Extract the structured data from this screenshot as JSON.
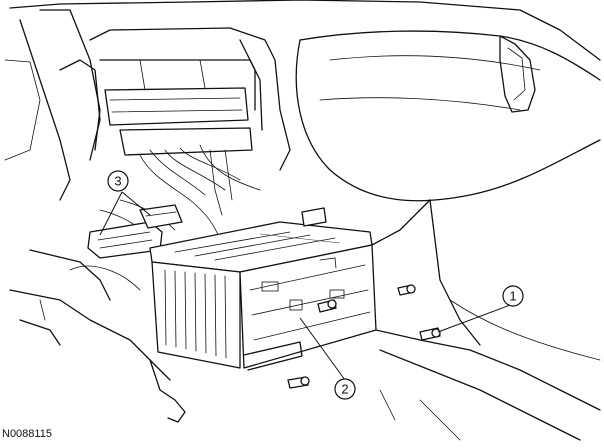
{
  "figure": {
    "reference_code": "N0088115",
    "callouts": [
      {
        "id": "1",
        "label": "1"
      },
      {
        "id": "2",
        "label": "2"
      },
      {
        "id": "3",
        "label": "3"
      }
    ]
  }
}
